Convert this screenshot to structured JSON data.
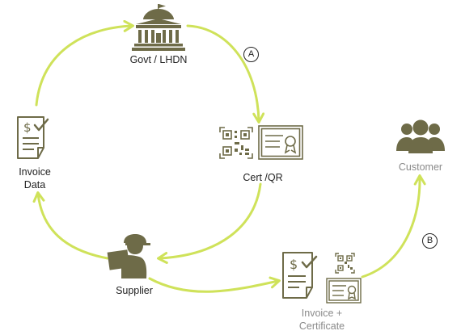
{
  "nodes": {
    "govt": {
      "label": "Govt / LHDN"
    },
    "cert": {
      "label": "Cert /QR"
    },
    "invoice_data": {
      "label_line1": "Invoice",
      "label_line2": "Data"
    },
    "supplier": {
      "label": "Supplier"
    },
    "customer": {
      "label": "Customer"
    },
    "invoice_cert": {
      "label_line1": "Invoice +",
      "label_line2": "Certificate"
    }
  },
  "badges": {
    "a": "A",
    "b": "B"
  },
  "colors": {
    "arrow": "#cfe25a",
    "icon": "#6e6b48",
    "icon_light": "#9a9a84",
    "label": "#222222",
    "label_muted": "#8a8a8a"
  },
  "icons": {
    "govt": "government-building-icon",
    "cert": "certificate-icon",
    "qr": "qr-code-icon",
    "invoice": "invoice-document-icon",
    "supplier": "delivery-person-icon",
    "customer": "customer-group-icon"
  }
}
